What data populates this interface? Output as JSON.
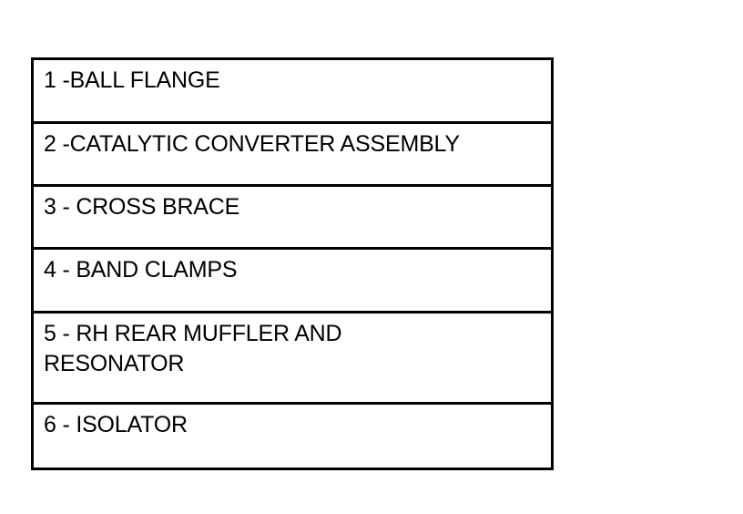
{
  "legend": {
    "items": [
      {
        "label": "1 -BALL FLANGE"
      },
      {
        "label": "2 -CATALYTIC CONVERTER ASSEMBLY"
      },
      {
        "label": "3 - CROSS BRACE"
      },
      {
        "label": "4 - BAND CLAMPS"
      },
      {
        "label": "5 - RH REAR MUFFLER AND\nRESONATOR"
      },
      {
        "label": "6 - ISOLATOR"
      }
    ]
  }
}
